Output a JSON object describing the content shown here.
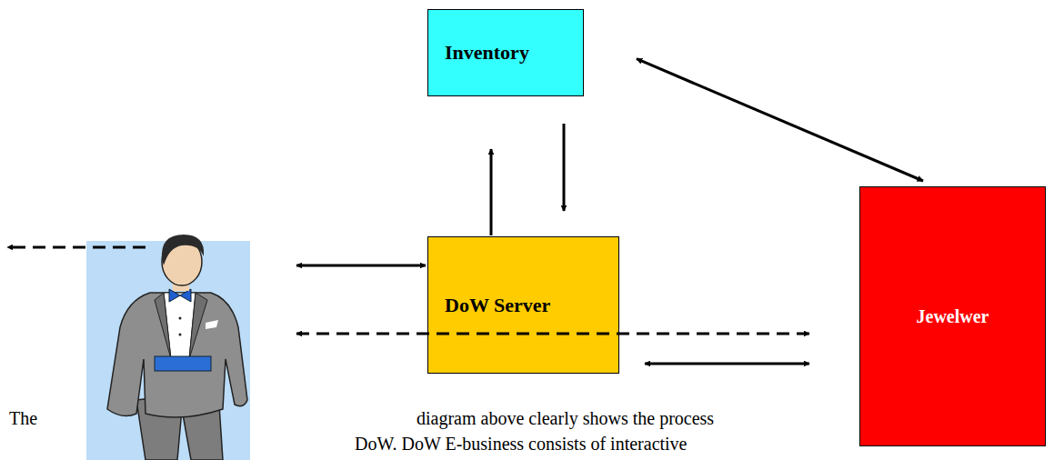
{
  "diagram": {
    "nodes": [
      {
        "text": [
          "Inventory"
        ]
      },
      {
        "text": [
          "DoW Server"
        ]
      },
      {
        "text": [
          "Jewelwer"
        ]
      }
    ],
    "edges": [
      {
        "from": 0,
        "to": 2,
        "arrow": "both"
      },
      {
        "from": 1,
        "to": 0,
        "arrow": "to"
      },
      {
        "from": 0,
        "to": 1,
        "arrow": "to"
      },
      {
        "from": 1,
        "to": 2,
        "arrow": "both"
      }
    ],
    "labels": [
      "The",
      "diagram above clearly shows the process",
      "DoW. DoW E-business consists of interactive"
    ]
  }
}
